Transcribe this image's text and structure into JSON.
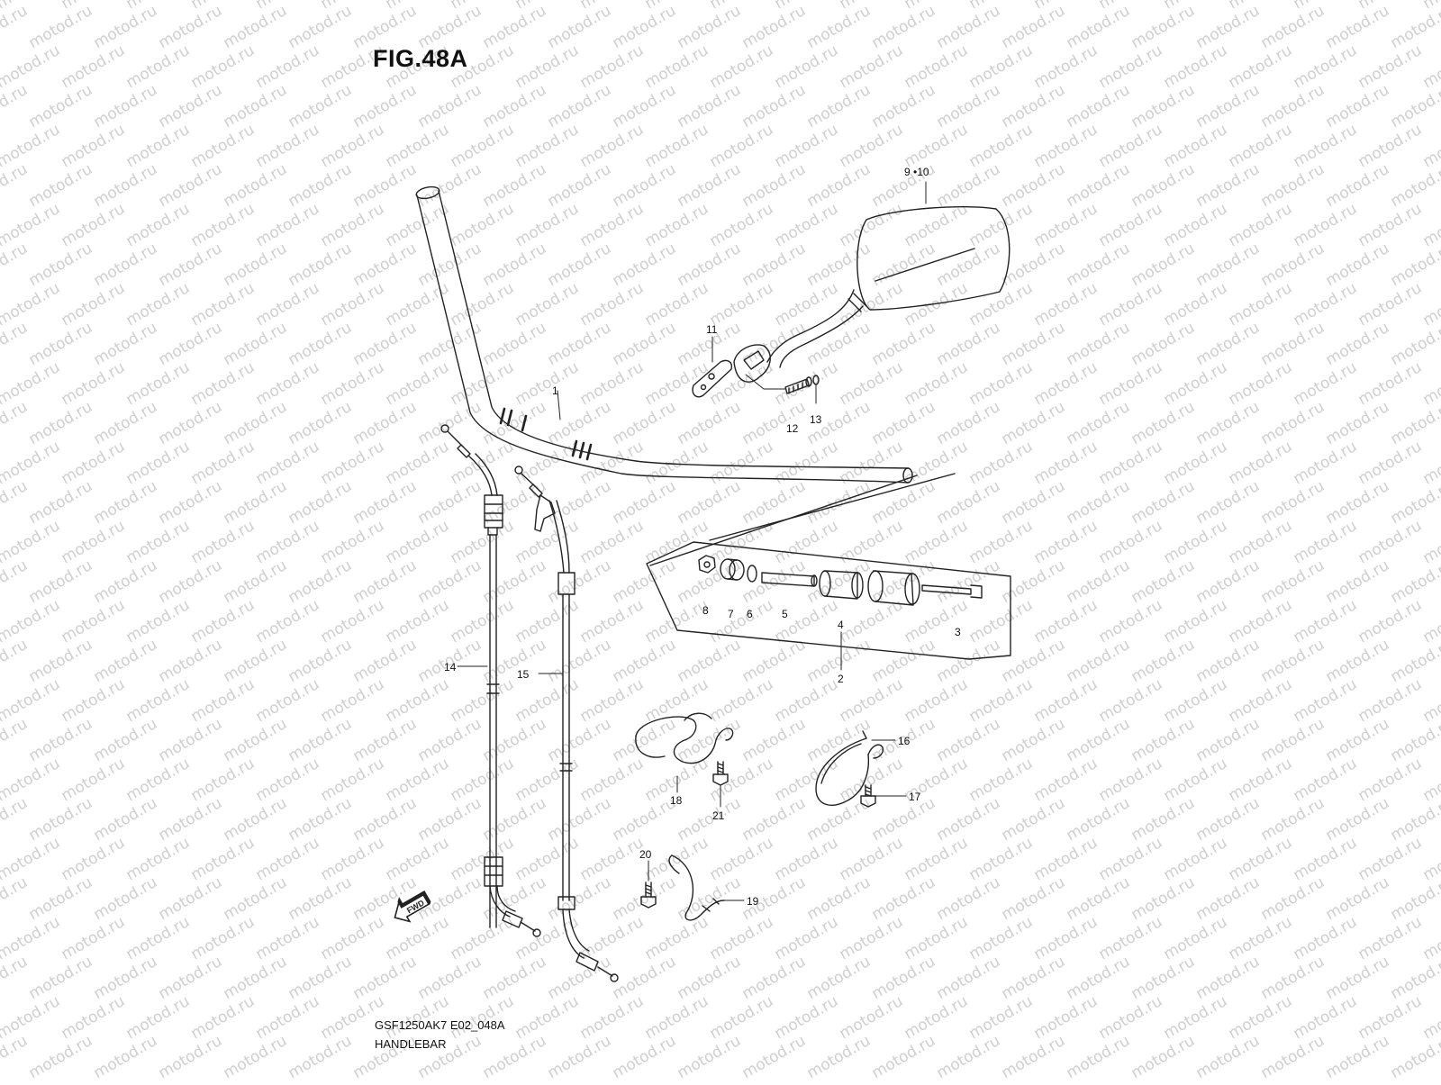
{
  "figure": {
    "title": "FIG.48A",
    "model_code": "GSF1250AK7 E02_048A",
    "section_name": "HANDLEBAR",
    "watermark": "motod.ru",
    "direction_marker": "FWD"
  },
  "callouts": [
    {
      "id": "1",
      "text": "1"
    },
    {
      "id": "2",
      "text": "2"
    },
    {
      "id": "3",
      "text": "3"
    },
    {
      "id": "4",
      "text": "4"
    },
    {
      "id": "5",
      "text": "5"
    },
    {
      "id": "6",
      "text": "6"
    },
    {
      "id": "7",
      "text": "7"
    },
    {
      "id": "8",
      "text": "8"
    },
    {
      "id": "9-10",
      "text": "9 •10"
    },
    {
      "id": "11",
      "text": "11"
    },
    {
      "id": "12",
      "text": "12"
    },
    {
      "id": "13",
      "text": "13"
    },
    {
      "id": "14",
      "text": "14"
    },
    {
      "id": "15",
      "text": "15"
    },
    {
      "id": "16",
      "text": "16"
    },
    {
      "id": "17",
      "text": "17"
    },
    {
      "id": "18",
      "text": "18"
    },
    {
      "id": "19",
      "text": "19"
    },
    {
      "id": "20",
      "text": "20"
    },
    {
      "id": "21",
      "text": "21"
    }
  ],
  "colors": {
    "line": "#222222",
    "watermark": "#cfcfcf",
    "background": "#ffffff"
  }
}
